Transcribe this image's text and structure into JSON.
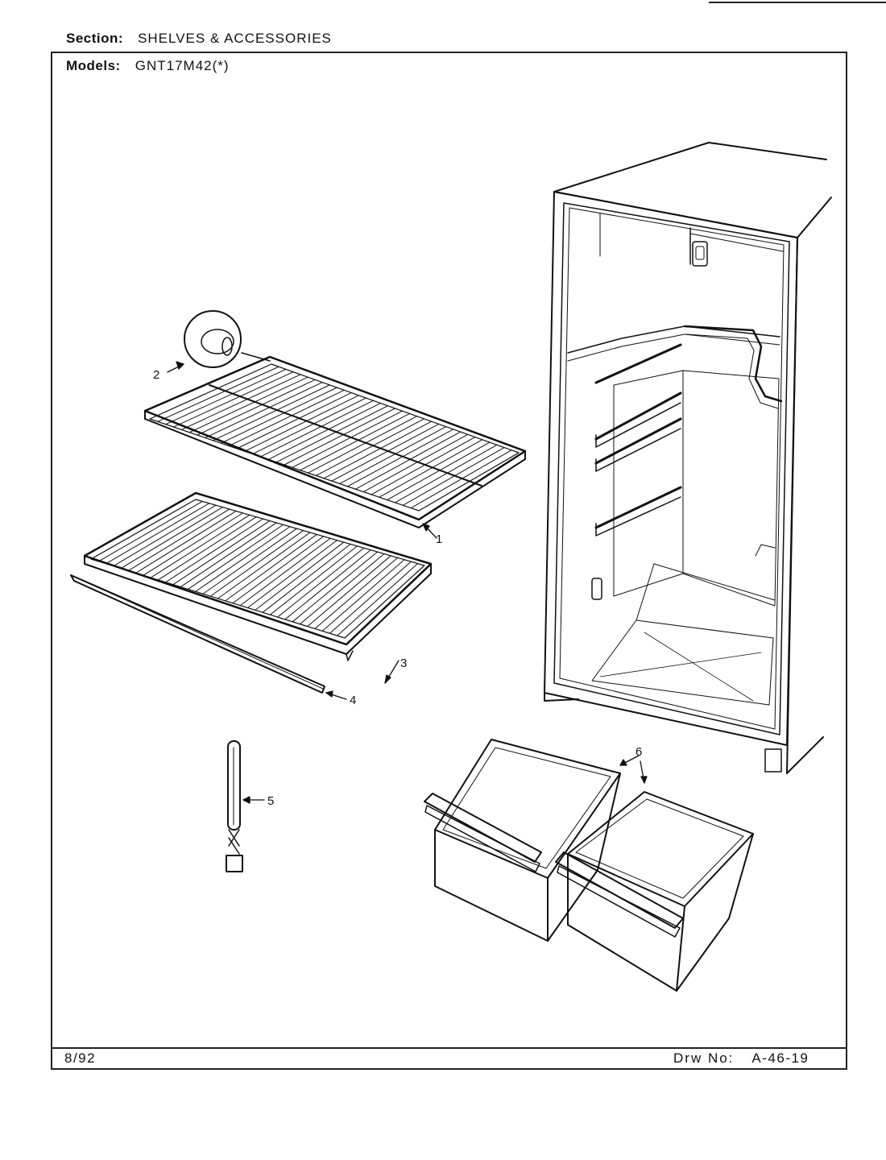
{
  "header": {
    "section_label": "Section:",
    "section_value": "SHELVES & ACCESSORIES",
    "models_label": "Models:",
    "models_value": "GNT17M42(*)"
  },
  "callouts": {
    "c1": "1",
    "c2": "2",
    "c3": "3",
    "c4": "4",
    "c5": "5",
    "c6": "6"
  },
  "footer": {
    "date": "8/92",
    "drw_label": "Drw No:",
    "drw_value": "A-46-19"
  }
}
